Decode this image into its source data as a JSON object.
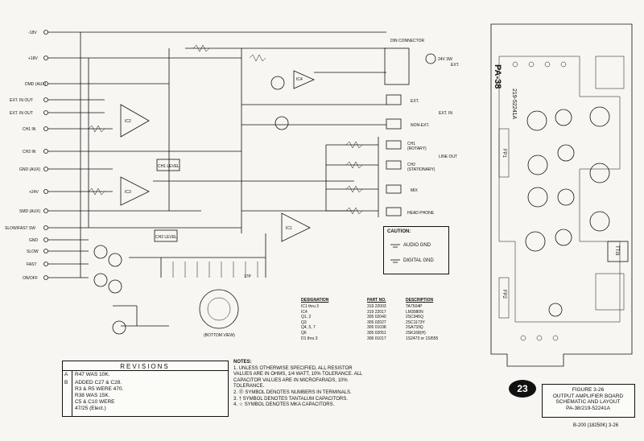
{
  "schematic": {
    "left_terminals": [
      "-18V",
      "+18V",
      "DMD (AUX)",
      "EXT. IN OUT",
      "EXT. IN OUT",
      "CH1 IN",
      "CH2 IN",
      "GND (AUX)",
      "+24V",
      "SMD (AUX)",
      "SLOW/FAST SW",
      "GND",
      "SLOW",
      "FAST",
      "ON/OFF",
      "DIN CONNECTOR"
    ],
    "outputs": [
      "EXT.",
      "EXT. IN",
      "NON-EXT.",
      "CH1",
      "(ROTARY)",
      "LINE OUT",
      "CH2",
      "(STATIONARY)",
      "MIX",
      "HEAD PHONE"
    ],
    "ic_labels": [
      "IC2",
      "IC3",
      "IC1",
      "IC4"
    ],
    "level_labels": [
      "CH1 LEVEL",
      "CH2 LEVEL"
    ],
    "other_labels": [
      "24V 3W",
      "EXT.",
      "17P",
      "(BOTTOM VIEW)"
    ]
  },
  "caution": {
    "title": "CAUTION:",
    "audio": "AUDIO GND",
    "digital": "DIGITAL GND"
  },
  "parts_table": {
    "headers": [
      "DESIGNATION",
      "PART NO.",
      "DESCRIPTION"
    ],
    "rows": [
      [
        "IC1 thru 3",
        "319 22003",
        "TA7504P"
      ],
      [
        "IC4",
        "319 22017",
        "LM3080N"
      ],
      [
        "Q1, 2",
        "305 02040",
        "2SC945Q"
      ],
      [
        "Q3",
        "305 02027",
        "2SC1173Y"
      ],
      [
        "Q4, 5, 7",
        "305 01038",
        "2SA733Q"
      ],
      [
        "Q6",
        "305 02051",
        "2SK168(H)"
      ],
      [
        "D1 thru 3",
        "306 01017",
        "1S2473 or 1SI555"
      ]
    ]
  },
  "revisions": {
    "title": "REVISIONS",
    "entries": [
      {
        "rev": "A",
        "text": "R47 WAS 10K."
      },
      {
        "rev": "B",
        "text": "ADDED C27 & C28.\nR3 & R5 WERE 470.\nR38 WAS 15K.\nC5 & C10 WERE\n47/25 (Elect.)"
      }
    ]
  },
  "notes": {
    "title": "NOTES:",
    "items": [
      "1. UNLESS OTHERWISE SPECIFIED, ALL RESISTOR VALUES ARE IN OHMS, 1/4 WATT, 10% TOLERANCE. ALL CAPACITOR VALUES ARE IN MICROFARADS, 10% TOLERANCE.",
      "2. ⓪ SYMBOL DENOTES NUMBERS IN TERMINALS.",
      "3. † SYMBOL DENOTES TANTALUM CAPACITORS.",
      "4. ☆ SYMBOL DENOTES MKA CAPACITORS."
    ]
  },
  "board": {
    "title": "PA-38",
    "part_no": "219-52241A",
    "labels": [
      "FP1",
      "FP2",
      "TTI3"
    ]
  },
  "figure": {
    "badge": "23",
    "caption": "FIGURE 3-26\nOUTPUT AMPLIFIER BOARD\nSCHEMATIC AND LAYOUT\nPA-38/219-52241A"
  },
  "footer": "B-200 (18250K) 3-26",
  "colors": {
    "ink": "#111111",
    "paper": "#f7f6f2"
  }
}
